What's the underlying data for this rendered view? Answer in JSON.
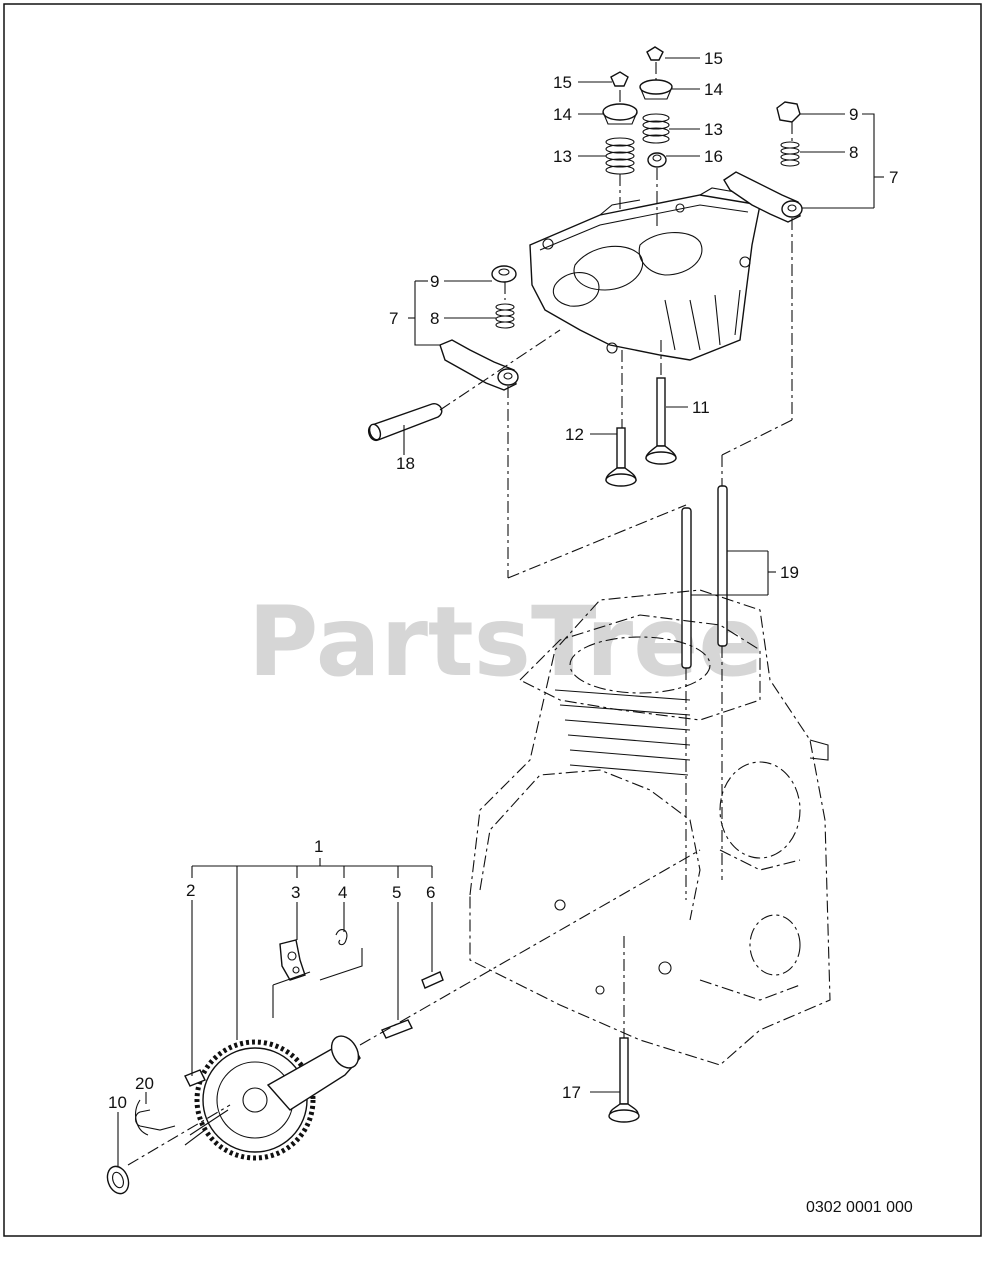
{
  "watermark": "PartsTree",
  "diagram_code": "0302 0001 000",
  "callouts": {
    "c1": "1",
    "c2": "2",
    "c3": "3",
    "c4": "4",
    "c5": "5",
    "c6": "6",
    "c7a": "7",
    "c7b": "7",
    "c8a": "8",
    "c8b": "8",
    "c9a": "9",
    "c9b": "9",
    "c10": "10",
    "c11": "11",
    "c12": "12",
    "c13a": "13",
    "c13b": "13",
    "c14a": "14",
    "c14b": "14",
    "c15a": "15",
    "c15b": "15",
    "c16": "16",
    "c17": "17",
    "c18": "18",
    "c19": "19",
    "c20": "20"
  }
}
